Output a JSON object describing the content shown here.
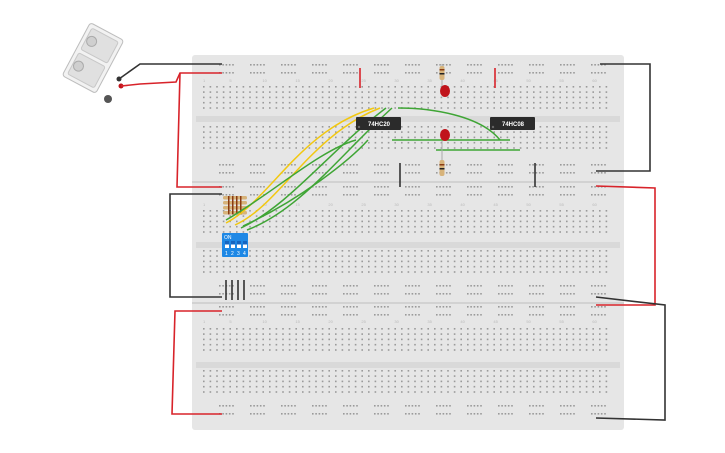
{
  "chips": [
    {
      "label": "74HC20"
    },
    {
      "label": "74HC08"
    }
  ],
  "dip_switch": {
    "on_label": "ON",
    "numbers": [
      "1",
      "2",
      "3",
      "4"
    ]
  },
  "column_numbers": [
    "1",
    "5",
    "10",
    "15",
    "20",
    "25",
    "30",
    "35",
    "40",
    "45",
    "50",
    "55",
    "60"
  ],
  "colors": {
    "breadboard": "#e6e6e6",
    "hole": "#9a9a9a",
    "red_wire": "#d8232a",
    "black_wire": "#333333",
    "yellow_wire": "#f2c811",
    "green_wire": "#3fa535",
    "chip": "#2b2b2b",
    "dip": "#1e88e5",
    "led": "#c0141b"
  }
}
